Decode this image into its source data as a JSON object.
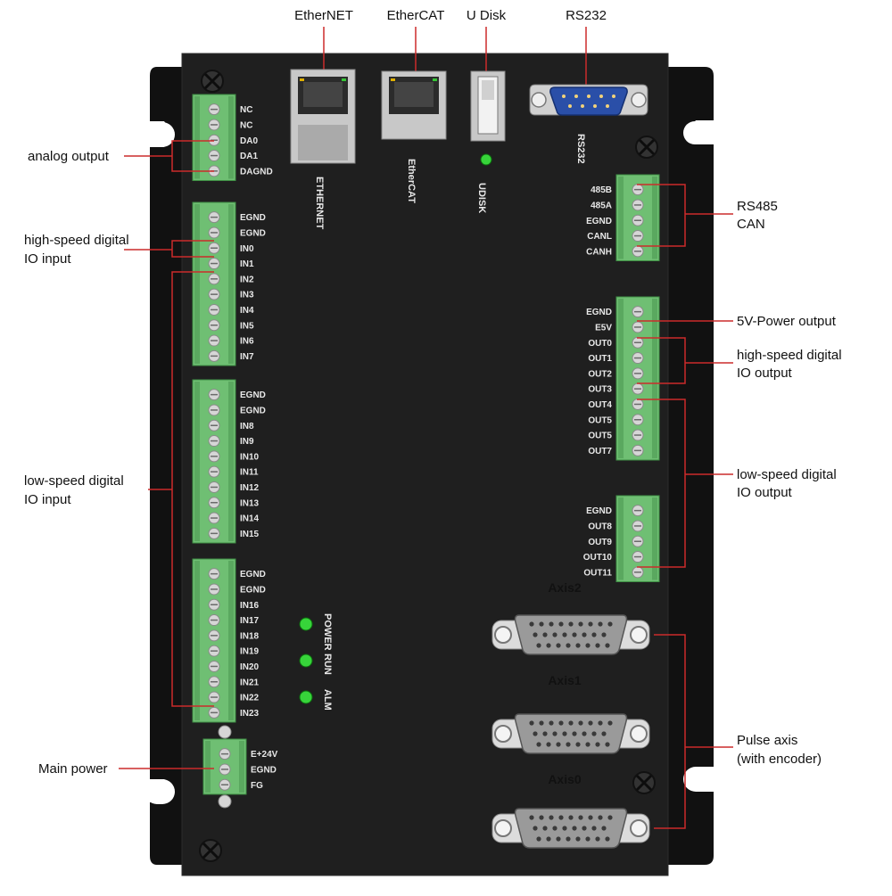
{
  "top_labels": {
    "ethernet": "EtherNET",
    "ethercat": "EtherCAT",
    "udisk": "U Disk",
    "rs232": "RS232"
  },
  "panel_labels": {
    "ethernet": "ETHERNET",
    "ethercat": "EtherCAT",
    "udisk": "UDISK",
    "rs232": "RS232",
    "led_power": "POWER",
    "led_run": "RUN",
    "led_alm": "ALM"
  },
  "axes": {
    "axis2": "Axis2",
    "axis1": "Axis1",
    "axis0": "Axis0"
  },
  "callouts": {
    "analog_output": "analog output",
    "hs_input_1": "high-speed digital",
    "hs_input_2": "IO input",
    "ls_input_1": "low-speed digital",
    "ls_input_2": "IO input",
    "main_power": "Main power",
    "rs485_1": "RS485",
    "rs485_2": "CAN",
    "power5v": "5V-Power output",
    "hs_output_1": "high-speed digital",
    "hs_output_2": "IO output",
    "ls_output_1": "low-speed digital",
    "ls_output_2": "IO output",
    "pulse_1": "Pulse axis",
    "pulse_2": "(with encoder)"
  },
  "terminals": {
    "analog": [
      "NC",
      "NC",
      "DA0",
      "DA1",
      "DAGND"
    ],
    "input_a": [
      "EGND",
      "EGND",
      "IN0",
      "IN1",
      "IN2",
      "IN3",
      "IN4",
      "IN5",
      "IN6",
      "IN7"
    ],
    "input_b": [
      "EGND",
      "EGND",
      "IN8",
      "IN9",
      "IN10",
      "IN11",
      "IN12",
      "IN13",
      "IN14",
      "IN15"
    ],
    "input_c": [
      "EGND",
      "EGND",
      "IN16",
      "IN17",
      "IN18",
      "IN19",
      "IN20",
      "IN21",
      "IN22",
      "IN23"
    ],
    "power": [
      "E+24V",
      "EGND",
      "FG"
    ],
    "rs485": [
      "485B",
      "485A",
      "EGND",
      "CANL",
      "CANH"
    ],
    "output_a": [
      "EGND",
      "E5V",
      "OUT0",
      "OUT1",
      "OUT2",
      "OUT3",
      "OUT4",
      "OUT5",
      "OUT5",
      "OUT7"
    ],
    "output_b": [
      "EGND",
      "OUT8",
      "OUT9",
      "OUT10",
      "OUT11"
    ]
  },
  "colors": {
    "panel": "#1f1f1f",
    "mount": "#111111",
    "terminal": "#6fbf73",
    "screw": "#d6d6d6",
    "leader": "#cc2b2b",
    "led": "#37d43a",
    "db_connector": "#2a4fa8",
    "port_metal": "#bdbdbd"
  }
}
